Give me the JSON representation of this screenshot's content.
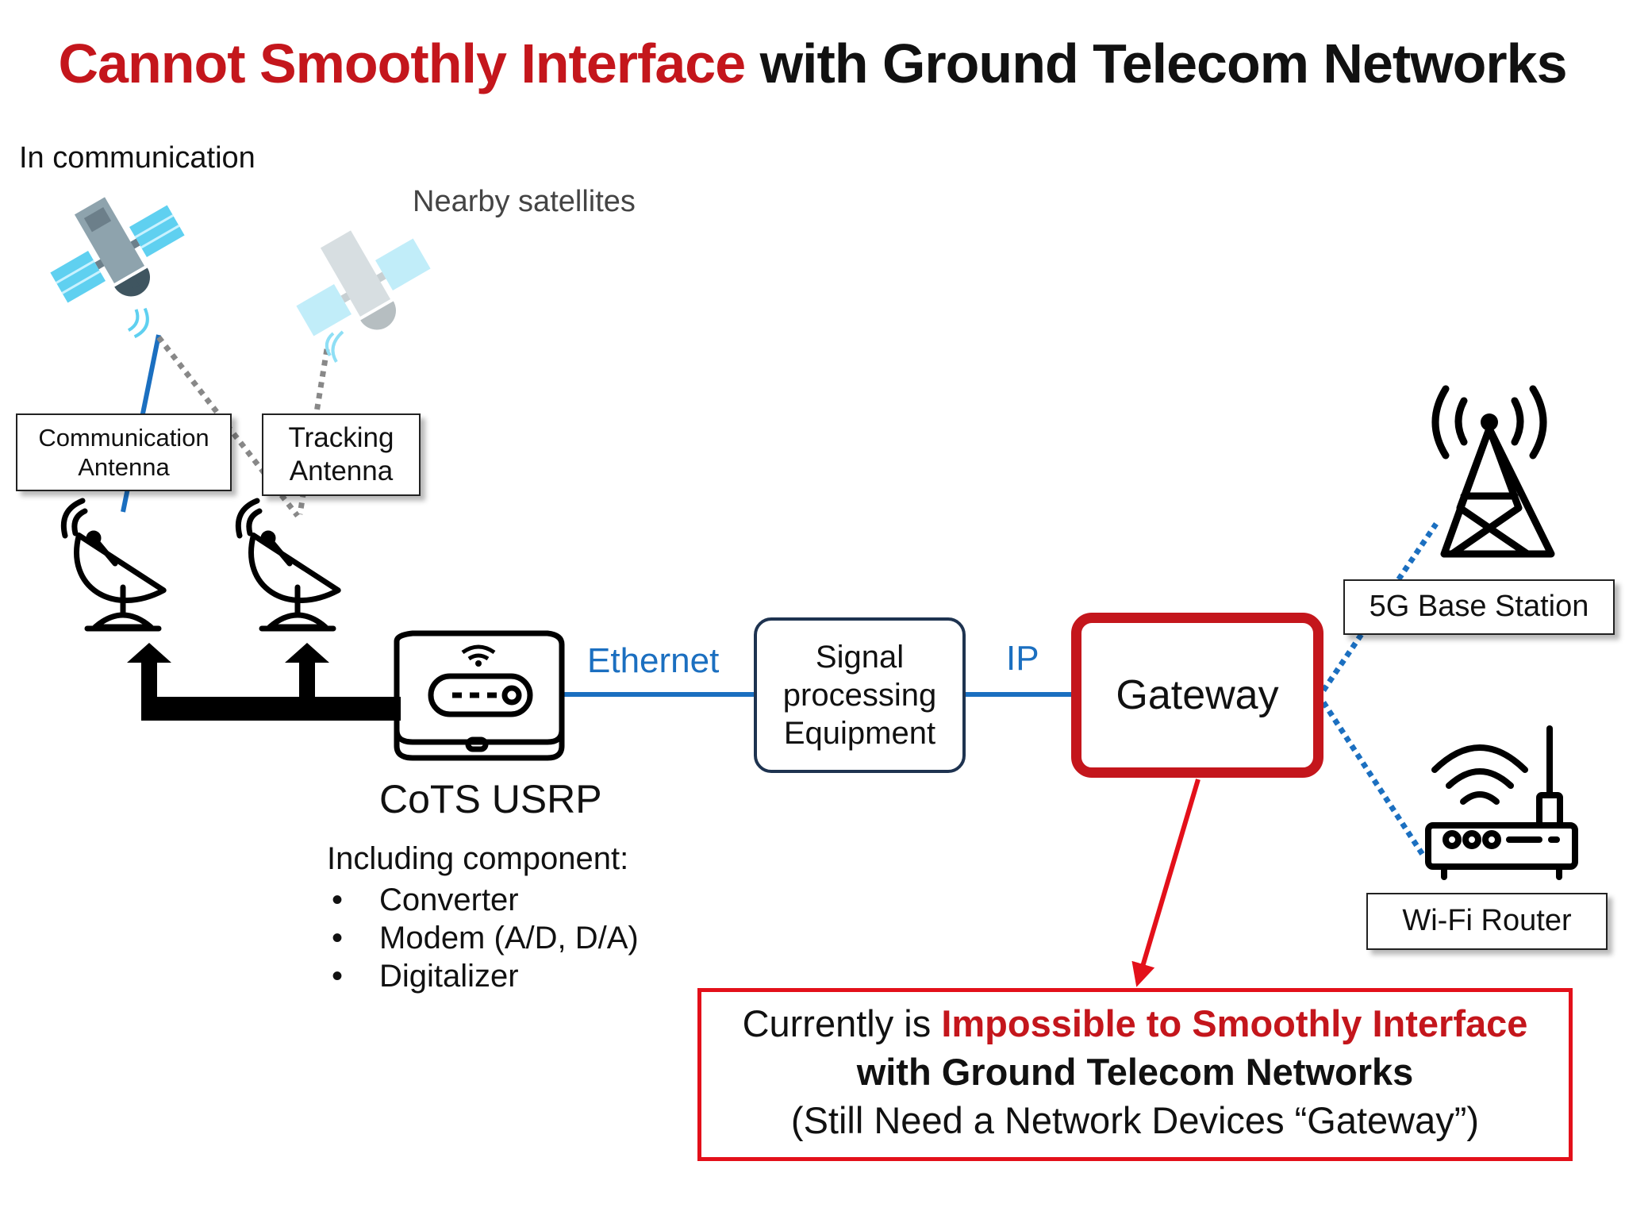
{
  "title": {
    "highlight": "Cannot Smoothly Interface",
    "rest": " with Ground Telecom Networks"
  },
  "labels": {
    "in_communication": "In communication",
    "nearby_satellites": "Nearby satellites",
    "ethernet": "Ethernet",
    "ip": "IP",
    "usrp": "CoTS USRP",
    "component_heading": "Including component:"
  },
  "components": [
    "Converter",
    "Modem (A/D, D/A)",
    "Digitalizer"
  ],
  "boxes": {
    "comm_antenna": [
      "Communication",
      "Antenna"
    ],
    "tracking_antenna": [
      "Tracking",
      "Antenna"
    ],
    "signal_processing": [
      "Signal",
      "processing",
      "Equipment"
    ],
    "gateway": "Gateway",
    "base_station": "5G Base Station",
    "wifi_router": "Wi-Fi Router"
  },
  "note": {
    "line1_prefix": "Currently is ",
    "line1_highlight": "Impossible to Smoothly Interface",
    "line2": "with Ground Telecom Networks",
    "line3": "(Still Need a Network Devices “Gateway”)"
  },
  "colors": {
    "accent_red": "#c4161c",
    "link_blue": "#1b6fc0",
    "label_blue": "#1b6fc0",
    "dark_navy": "#1e3350",
    "satellite_panel": "#5fd0f0"
  },
  "icons": [
    "satellite-icon",
    "satellite-faded-icon",
    "dish-antenna-icon",
    "usrp-device-icon",
    "cell-tower-icon",
    "wifi-router-icon"
  ]
}
